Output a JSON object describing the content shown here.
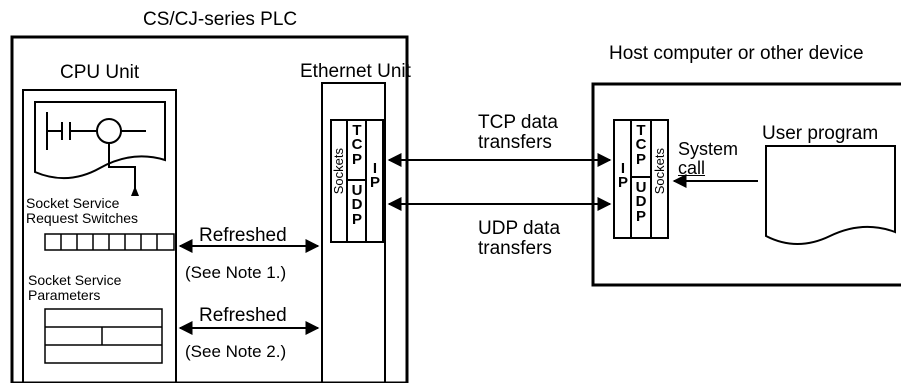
{
  "plc": {
    "title": "CS/CJ-series PLC",
    "cpu_unit": "CPU Unit",
    "ethernet_unit": "Ethernet Unit",
    "request_switches_line1": "Socket Service",
    "request_switches_line2": "Request Switches",
    "parameters_line1": "Socket Service",
    "parameters_line2": "Parameters",
    "sockets": "Sockets",
    "tcp": [
      "T",
      "C",
      "P"
    ],
    "udp": [
      "U",
      "D",
      "P"
    ],
    "ip": [
      "I",
      "P"
    ]
  },
  "links": {
    "refreshed_1": "Refreshed",
    "note_1": "(See Note 1.)",
    "refreshed_2": "Refreshed",
    "note_2": "(See Note 2.)",
    "tcp_line1": "TCP data",
    "tcp_line2": "transfers",
    "udp_line1": "UDP data",
    "udp_line2": "transfers"
  },
  "host": {
    "title": "Host computer or other device",
    "system_line1": "System",
    "system_line2": "call",
    "user_program": "User program",
    "sockets": "Sockets",
    "tcp": [
      "T",
      "C",
      "P"
    ],
    "udp": [
      "U",
      "D",
      "P"
    ],
    "ip": [
      "I",
      "P"
    ]
  }
}
